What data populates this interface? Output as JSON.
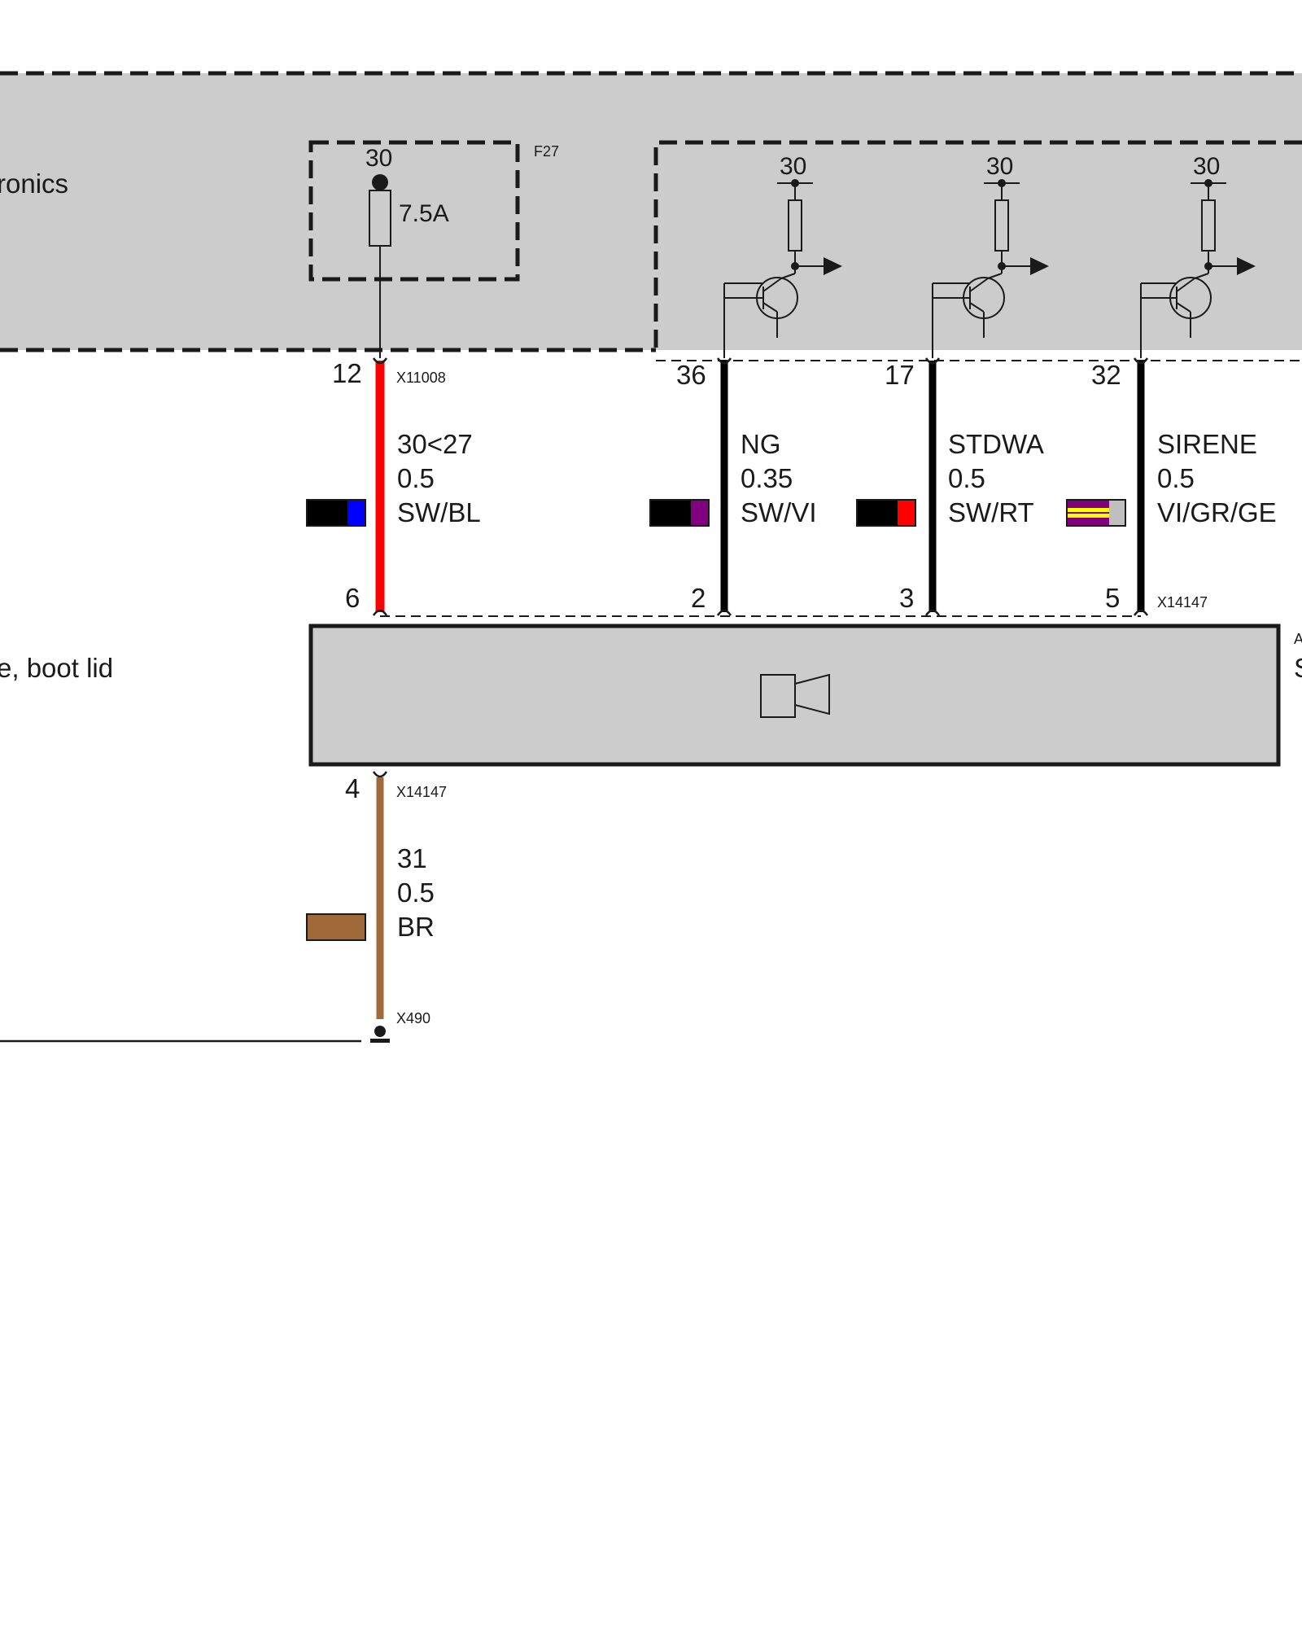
{
  "module_top": {
    "label_partial": "ronics",
    "fuse": {
      "designator": "F27",
      "terminal": "30",
      "rating": "7.5A"
    },
    "drivers": [
      {
        "terminal": "30"
      },
      {
        "terminal": "30"
      },
      {
        "terminal": "30"
      }
    ]
  },
  "connectors": {
    "top_connector": "X11008",
    "siren_connector": "X14147",
    "ground_connector": "X14147",
    "ground_point": "X490"
  },
  "wires": [
    {
      "pin_top": "12",
      "pin_bottom": "6",
      "signal": "30<27",
      "gauge": "0.5",
      "color_code": "SW/BL",
      "stripe_colors": [
        "#000000",
        "#0000ff"
      ],
      "wire_color": "#ff0000"
    },
    {
      "pin_top": "36",
      "pin_bottom": "2",
      "signal": "NG",
      "gauge": "0.35",
      "color_code": "SW/VI",
      "stripe_colors": [
        "#000000",
        "#800080"
      ],
      "wire_color": "#000000"
    },
    {
      "pin_top": "17",
      "pin_bottom": "3",
      "signal": "STDWA",
      "gauge": "0.5",
      "color_code": "SW/RT",
      "stripe_colors": [
        "#000000",
        "#ff0000"
      ],
      "wire_color": "#000000"
    },
    {
      "pin_top": "32",
      "pin_bottom": "5",
      "signal": "SIRENE",
      "gauge": "0.5",
      "color_code": "VI/GR/GE",
      "stripe_colors": [
        "#800080",
        "#bfbfbf",
        "#ffff00"
      ],
      "wire_color": "#000000"
    }
  ],
  "siren_module": {
    "label_partial": "e, boot lid",
    "right_edge_partial_top": "A",
    "right_edge_partial_bottom": "S",
    "icon": "speaker-icon"
  },
  "ground_wire": {
    "pin": "4",
    "signal": "31",
    "gauge": "0.5",
    "color_code": "BR",
    "stripe_colors": [
      "#a0693a"
    ],
    "wire_color": "#a0693a"
  },
  "colors": {
    "module_fill": "#cccccc",
    "line": "#1a1a1a"
  }
}
